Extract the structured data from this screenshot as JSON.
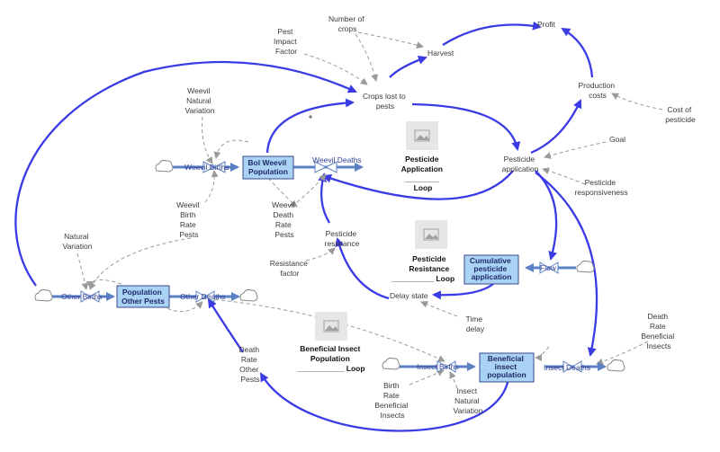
{
  "diagram": {
    "stocks": {
      "weevil": [
        "Bol Weevil",
        "Population"
      ],
      "other": [
        "Population",
        "Other Pests"
      ],
      "beneficial": [
        "Beneficial",
        "insect",
        "population"
      ],
      "cumulative": [
        "Cumulative",
        "pesticide",
        "application"
      ]
    },
    "flows": {
      "weevil_births": "Weevil Births",
      "weevil_deaths": "Weevil Deaths",
      "other_births": "Other Births",
      "other_deaths": "Other Deaths",
      "insect_births": "Insect Births",
      "insect_deaths": "Insect Deaths",
      "flow": "Flow"
    },
    "variables": {
      "profit": [
        "Profit"
      ],
      "number_of_crops": [
        "Number of",
        "crops"
      ],
      "pest_impact_factor": [
        "Pest",
        "Impact",
        "Factor"
      ],
      "harvest": [
        "Harvest"
      ],
      "crops_lost": [
        "Crops lost to",
        "pests"
      ],
      "production_costs": [
        "Production",
        "costs"
      ],
      "cost_of_pesticide": [
        "Cost of",
        "pesticide"
      ],
      "goal": [
        "Goal"
      ],
      "pesticide_application": [
        "Pesticide",
        "application"
      ],
      "pesticide_responsiveness": [
        "Pesticide",
        "responsiveness"
      ],
      "weevil_natural_variation": [
        "Weevil",
        "Natural",
        "Variation"
      ],
      "weevil_birth_rate": [
        "Weevil",
        "Birth",
        "Rate",
        "Pests"
      ],
      "weevil_death_rate": [
        "Weevil",
        "Death",
        "Rate",
        "Pests"
      ],
      "pesticide_resistance": [
        "Pesticide",
        "resistance"
      ],
      "resistance_factor": [
        "Resistance",
        "factor"
      ],
      "natural_variation": [
        "Natural",
        "Variation"
      ],
      "delay_state": [
        "Delay state"
      ],
      "time_delay": [
        "Time",
        "delay"
      ],
      "death_rate_other": [
        "Death",
        "Rate",
        "Other",
        "Pests"
      ],
      "death_rate_beneficial": [
        "Death",
        "Rate",
        "Beneficial",
        "Insects"
      ],
      "birth_rate_beneficial": [
        "Birth",
        "Rate",
        "Beneficial",
        "Insects"
      ],
      "insect_natural_variation": [
        "Insect",
        "Natural",
        "Variation"
      ]
    },
    "loops": {
      "pesticide_application": [
        "Pesticide",
        "Application",
        "________",
        "Loop"
      ],
      "pesticide_resistance": [
        "Pesticide",
        "Resistance",
        "__________ Loop"
      ],
      "beneficial_insect": [
        "Beneficial Insect",
        "Population",
        "___________ Loop"
      ]
    },
    "colors": {
      "link": "#3b3be6",
      "flow": "#5b7fc4",
      "info": "#9a9a9a",
      "stock_fill": "#a9d2f5",
      "stock_border": "#3a4a8a"
    }
  }
}
